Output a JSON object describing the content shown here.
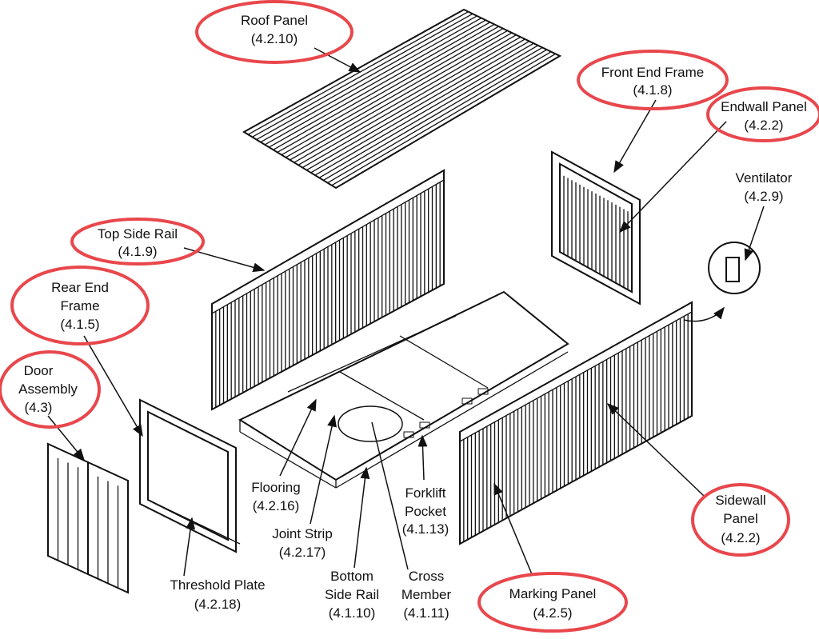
{
  "title": "Shipping container exploded view",
  "colors": {
    "callout_ring": "#e8474c",
    "line": "#111111"
  },
  "labels": {
    "roof_panel": {
      "name": "Roof Panel",
      "code": "(4.2.10)"
    },
    "front_end_frame": {
      "name": "Front End Frame",
      "code": "(4.1.8)"
    },
    "endwall_panel": {
      "name": "Endwall Panel",
      "code": "(4.2.2)"
    },
    "ventilator": {
      "name": "Ventilator",
      "code": "(4.2.9)"
    },
    "top_side_rail": {
      "name": "Top Side Rail",
      "code": "(4.1.9)"
    },
    "rear_end_frame": {
      "line1": "Rear End",
      "line2": "Frame",
      "code": "(4.1.5)"
    },
    "door_assembly": {
      "line1": "Door",
      "line2": "Assembly",
      "code": "(4.3)"
    },
    "flooring": {
      "name": "Flooring",
      "code": "(4.2.16)"
    },
    "joint_strip": {
      "name": "Joint Strip",
      "code": "(4.2.17)"
    },
    "threshold_plate": {
      "name": "Threshold Plate",
      "code": "(4.2.18)"
    },
    "bottom_side_rail": {
      "line1": "Bottom",
      "line2": "Side Rail",
      "code": "(4.1.10)"
    },
    "cross_member": {
      "line1": "Cross",
      "line2": "Member",
      "code": "(4.1.11)"
    },
    "forklift_pocket": {
      "line1": "Forklift",
      "line2": "Pocket",
      "code": "(4.1.13)"
    },
    "sidewall_panel": {
      "line1": "Sidewall",
      "line2": "Panel",
      "code": "(4.2.2)"
    },
    "marking_panel": {
      "name": "Marking Panel",
      "code": "(4.2.5)"
    }
  }
}
